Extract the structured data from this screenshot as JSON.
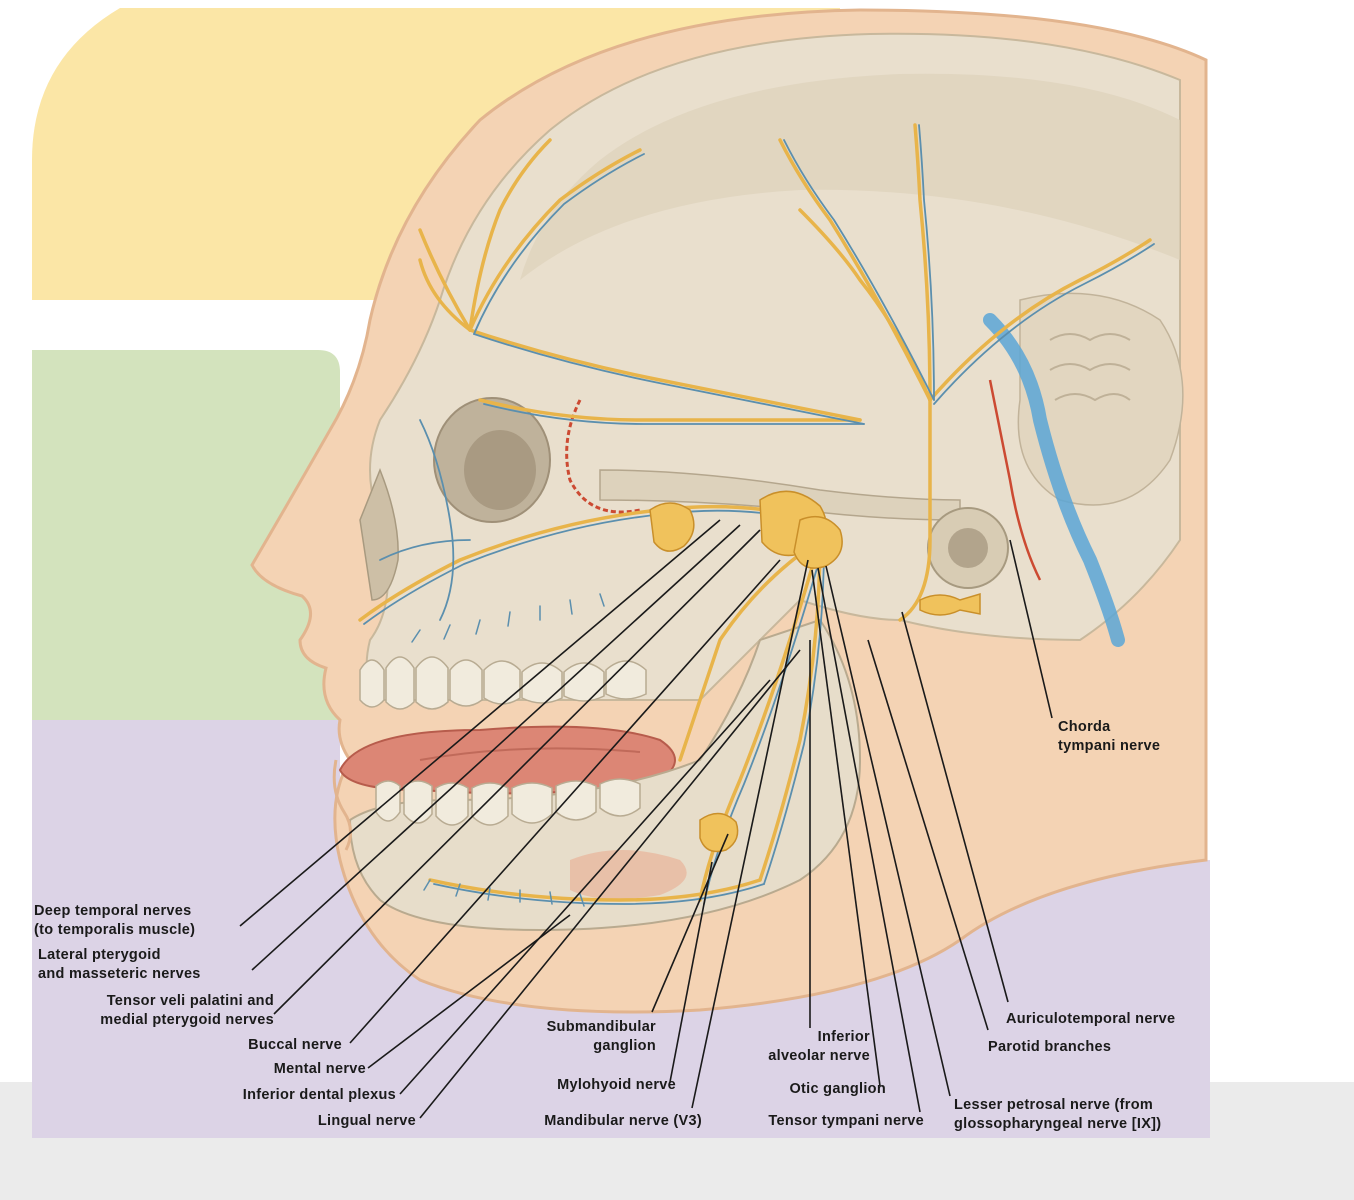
{
  "figure": {
    "labels": {
      "chorda_tympani": [
        "Chorda",
        "tympani nerve"
      ],
      "deep_temporal": [
        "Deep temporal nerves",
        "(to temporalis muscle)"
      ],
      "lateral_pterygoid": [
        "Lateral pterygoid",
        "and masseteric nerves"
      ],
      "tensor_veli": [
        "Tensor veli palatini and",
        "medial pterygoid nerves"
      ],
      "buccal": "Buccal nerve",
      "mental": "Mental nerve",
      "inferior_dental_plexus": "Inferior dental plexus",
      "lingual": "Lingual nerve",
      "submandibular_ganglion": [
        "Submandibular",
        "ganglion"
      ],
      "mylohyoid": "Mylohyoid nerve",
      "mandibular": "Mandibular nerve (V3)",
      "inferior_alveolar": [
        "Inferior",
        "alveolar nerve"
      ],
      "otic_ganglion": "Otic ganglion",
      "tensor_tympani": "Tensor tympani nerve",
      "auriculotemporal": "Auriculotemporal nerve",
      "parotid_branches": "Parotid branches",
      "lesser_petrosal": [
        "Lesser petrosal nerve (from",
        "glossopharyngeal nerve [IX])"
      ]
    },
    "colors": {
      "background_yellow": "#fbe6a6",
      "background_green": "#d3e3bd",
      "background_lavender": "#dcd3e6",
      "skin": "#f4d3b4",
      "bone": "#e7ddcb",
      "nerve_yellow": "#e8b44a",
      "nerve_blue": "#5b8fae",
      "vessel_red": "#cc4a32",
      "lip_red": "#d97a6a"
    }
  }
}
